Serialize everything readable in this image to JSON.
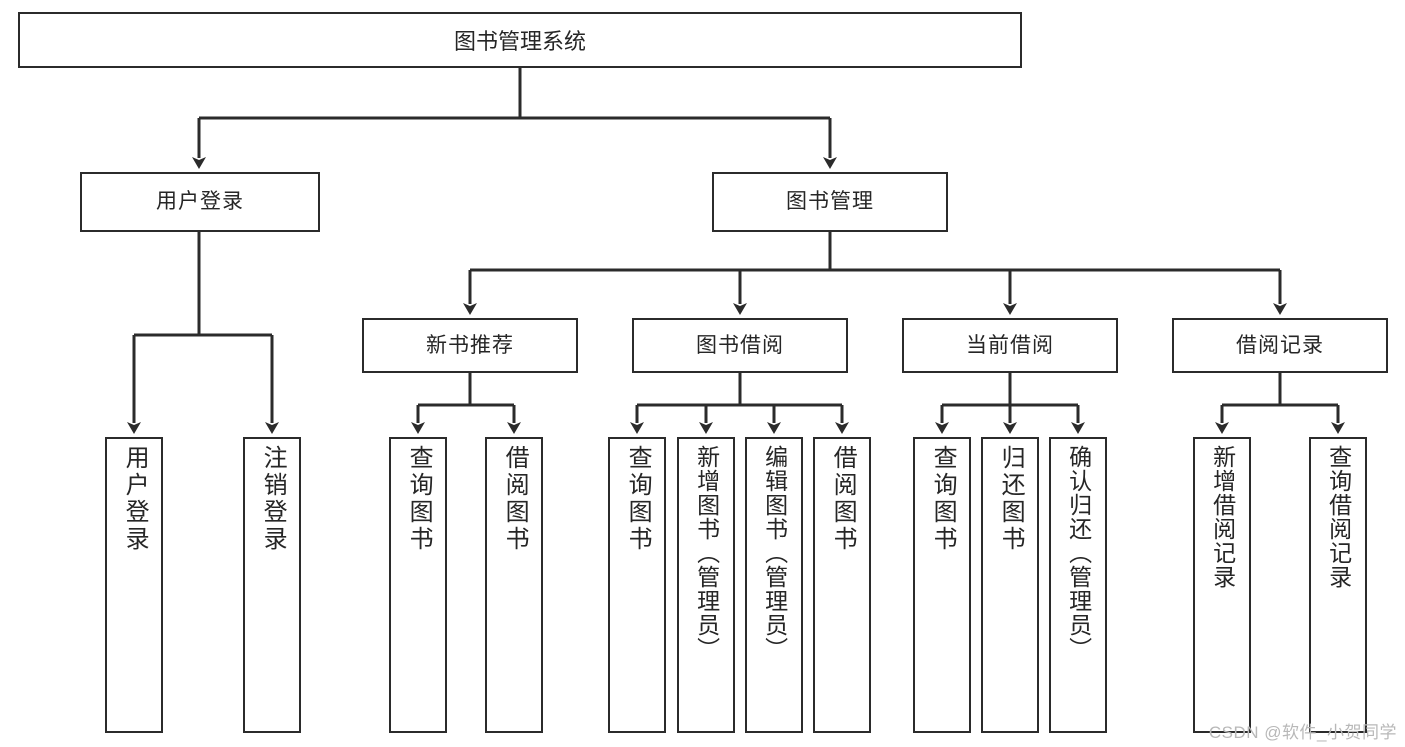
{
  "diagram": {
    "title": "图书管理系统",
    "type": "tree-hierarchy-diagram",
    "root": {
      "label": "图书管理系统"
    },
    "level2": [
      {
        "label": "用户登录"
      },
      {
        "label": "图书管理"
      }
    ],
    "level3": [
      {
        "label": "新书推荐"
      },
      {
        "label": "图书借阅"
      },
      {
        "label": "当前借阅"
      },
      {
        "label": "借阅记录"
      }
    ],
    "leaves": [
      {
        "label": "用户登录",
        "parent": "用户登录"
      },
      {
        "label": "注销登录",
        "parent": "用户登录"
      },
      {
        "label": "查询图书",
        "parent": "新书推荐"
      },
      {
        "label": "借阅图书",
        "parent": "新书推荐"
      },
      {
        "label": "查询图书",
        "parent": "图书借阅"
      },
      {
        "label": "新增图书（管理员）",
        "parent": "图书借阅"
      },
      {
        "label": "编辑图书（管理员）",
        "parent": "图书借阅"
      },
      {
        "label": "借阅图书",
        "parent": "图书借阅"
      },
      {
        "label": "查询图书",
        "parent": "当前借阅"
      },
      {
        "label": "归还图书",
        "parent": "当前借阅"
      },
      {
        "label": "确认归还（管理员）",
        "parent": "当前借阅"
      },
      {
        "label": "新增借阅记录",
        "parent": "借阅记录"
      },
      {
        "label": "查询借阅记录",
        "parent": "借阅记录"
      }
    ]
  },
  "watermark": {
    "text": "CSDN @软件_小贺同学"
  },
  "colors": {
    "border": "#2b2b2b",
    "text": "#262626",
    "background": "#ffffff",
    "watermark": "#b8b8b8"
  }
}
